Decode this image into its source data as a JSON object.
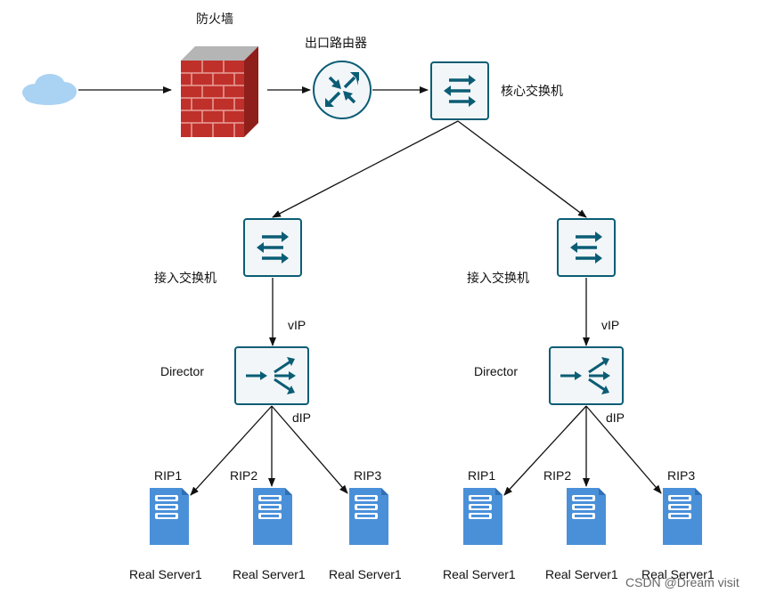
{
  "labels": {
    "firewall": "防火墙",
    "router": "出口路由器",
    "core_switch": "核心交换机",
    "access_switch_left": "接入交换机",
    "access_switch_right": "接入交换机",
    "vip_left": "vIP",
    "vip_right": "vIP",
    "director_left": "Director",
    "director_right": "Director",
    "dip_left": "dIP",
    "dip_right": "dIP",
    "rip1_left": "RIP1",
    "rip2_left": "RIP2",
    "rip3_left": "RIP3",
    "rip1_right": "RIP1",
    "rip2_right": "RIP2",
    "rip3_right": "RIP3",
    "server1": "Real Server1",
    "server2": "Real Server1",
    "server3": "Real Server1",
    "server4": "Real Server1",
    "server5": "Real Server1",
    "server6": "Real Server1"
  },
  "watermark": "CSDN @Dream visit",
  "colors": {
    "icon_teal": "#0b5d75",
    "icon_bg": "#f2f6f8",
    "brick": "#c0302a",
    "server_blue": "#4a90d9",
    "cloud_blue": "#a9d2f3"
  }
}
